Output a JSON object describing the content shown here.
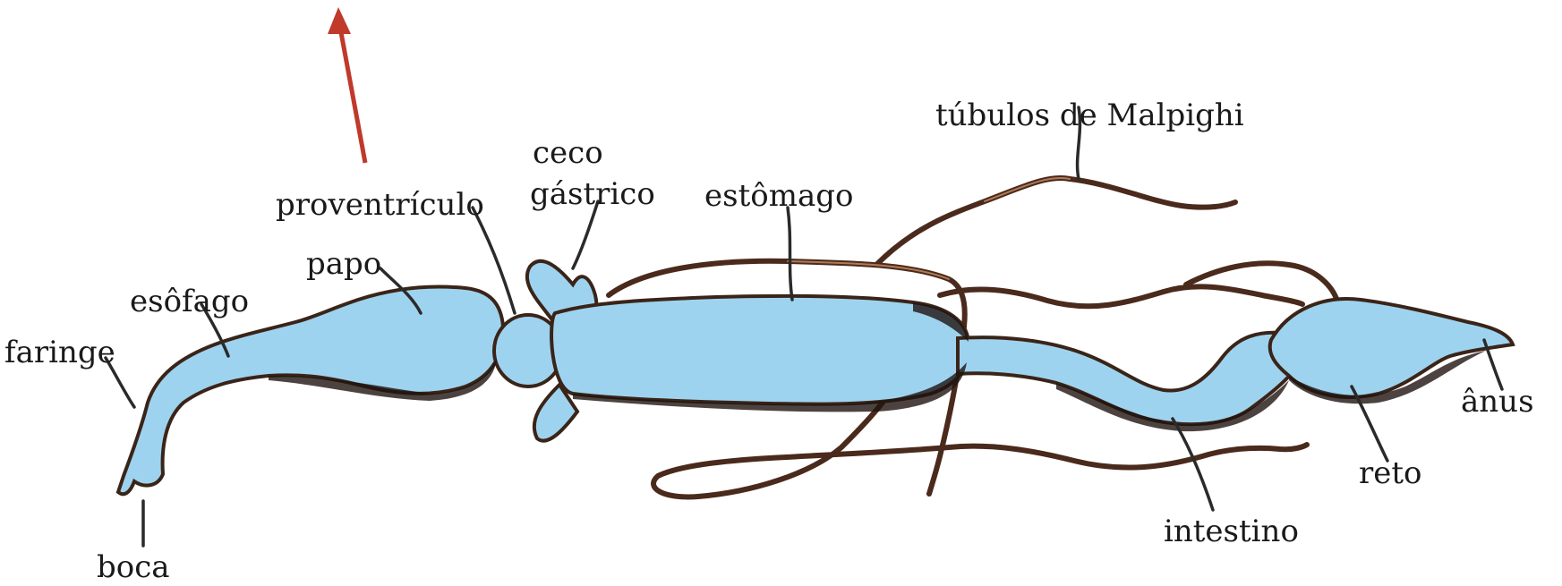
{
  "diagram": {
    "labels": {
      "tubulos": "túbulos de Malpighi",
      "ceco_line1": "ceco",
      "ceco_line2": "gástrico",
      "proventriculo": "proventrículo",
      "estomago": "estômago",
      "papo": "papo",
      "esofago": "esôfago",
      "faringe": "faringe",
      "boca": "boca",
      "anus": "ânus",
      "reto": "reto",
      "intestino": "intestino"
    },
    "colors": {
      "gut_fill": "#9ed3ef",
      "tubule": "#4a2a1c",
      "arrow": "#c0392b",
      "text": "#1a1a1a"
    }
  }
}
